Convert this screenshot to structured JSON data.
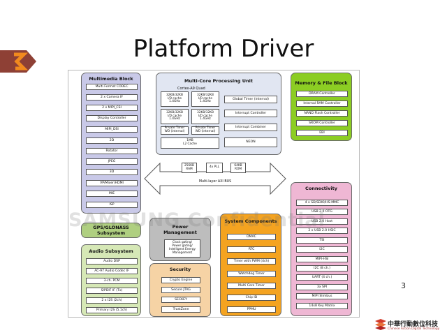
{
  "slide": {
    "title": "Platform Driver",
    "page_number": "3",
    "watermark": "SAMSUNG Confidential"
  },
  "brand": {
    "chinese_name": "中華行動數位科技",
    "english_name": "Chinese Action Digital Technology"
  },
  "colors": {
    "multimedia": "#c9c9e8",
    "cpu": "#e1e6f2",
    "memory": "#8ccd23",
    "connectivity": "#efb7d4",
    "gps": "#afcf80",
    "audio": "#d6e8b6",
    "power": "#bdbdbd",
    "security": "#f6d3a5",
    "system": "#f4a320",
    "logo": "#e0522a"
  },
  "icons": {
    "logo": "orange-zigzag-arrow-icon",
    "brand": "red-chevron-icon"
  },
  "multimedia": {
    "title": "Multimedia Block",
    "items": [
      "Multi Format CODEC",
      "2 x Camera IF",
      "2 x MIPI_CSI",
      "Display Controller",
      "MIPI_DSI",
      "2D",
      "Rotator",
      "JPEG",
      "3D",
      "VP/Mixer/HDMI",
      "MIE",
      "ISP"
    ]
  },
  "cpu": {
    "title": "Multi-Core Processing Unit",
    "subtitle": "Cortex-A9 Quad",
    "cache_cells": [
      "32KB/32KB\nI/D cache\n1.4GHz",
      "32KB/32KB\nI/D cache\n1.4GHz",
      "32KB/32KB\nI/D cache\n1.4GHz",
      "32KB/32KB\nI/D cache\n1.4GHz"
    ],
    "timer_cells": [
      "Private Timer\nWD (internal)",
      "Private Timer\nWD (internal)"
    ],
    "l2": "1MB\nL2 Cache",
    "right_items": [
      "Global Timer (internal)",
      "Interrupt Controller",
      "Interrupt Combiner",
      "NEON"
    ]
  },
  "memory": {
    "title": "Memory & File Block",
    "items": [
      "DRAM Controller",
      "Internal RAM Controller",
      "NAND Flash Controller",
      "SROM Controller",
      "EBI"
    ]
  },
  "bus": {
    "label": "Multi-layer AXI BUS",
    "boxes": [
      "256KB\nRAM",
      "4x PLL",
      "64KB\nROM"
    ]
  },
  "connectivity": {
    "title": "Connectivity",
    "items": [
      "4 x SD/SDIO/HS-MMC",
      "USB 2.0 OTG",
      "USB 2.0 Host",
      "2 x USB 2.0 HSIC",
      "TSI",
      "I2C",
      "MIPI-HSI",
      "I2C (8 ch.)",
      "UART (4 ch.)",
      "3x SPI",
      "MIPI Slimbus",
      "14x8 Key Matrix"
    ]
  },
  "gps": {
    "title": "GPS/GLONASS\nSubsystem"
  },
  "audio": {
    "title": "Audio Subsystem",
    "items": [
      "Audio DSP",
      "AC-97 Audio Codec IF",
      "3-ch. PCM",
      "S/PDIF IF (Tx)",
      "2 x I2S (2ch)",
      "Primary I2S (5.1ch)"
    ]
  },
  "power": {
    "title": "Power\nManagement",
    "item": "Clock gating/\nPower gating/\nIntelligent Energy\nManagement"
  },
  "security": {
    "title": "Security",
    "items": [
      "Crypto Engine",
      "Secure JTAG",
      "SECKEY",
      "TrustZone"
    ]
  },
  "system": {
    "title": "System Components",
    "items": [
      "DMAC",
      "RTC",
      "Timer with PWM (4ch)",
      "Watchdog Timer",
      "Multi Core Timer",
      "Chip ID",
      "PPMU"
    ]
  }
}
